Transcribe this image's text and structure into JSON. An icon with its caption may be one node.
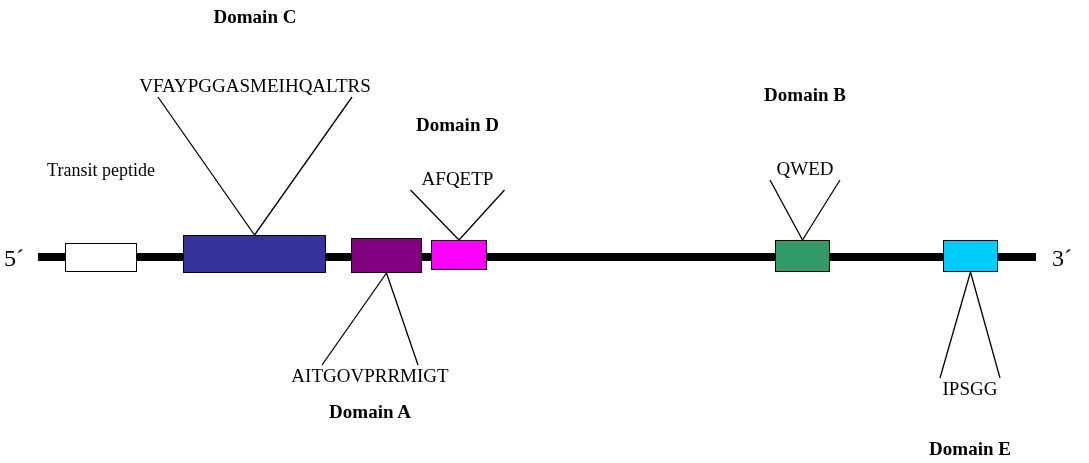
{
  "diagram": {
    "nodes": [
      {
        "text": [
          "Domain C",
          "VFAYPGGASMEIHQALTRS"
        ]
      },
      {
        "text": [
          "Domain B",
          "QWED"
        ]
      },
      {
        "text": [
          "Domain D",
          "AFQETP"
        ]
      },
      {
        "text": [],
        "shape": "box",
        "beside": [
          "Transit peptide"
        ]
      },
      {
        "text": [],
        "shape": "box"
      },
      {
        "text": [],
        "shape": "box"
      },
      {
        "text": [],
        "shape": "box"
      },
      {
        "text": [],
        "shape": "box"
      },
      {
        "text": [],
        "shape": "box"
      },
      {
        "text": [
          "AITGOVPRRMIGT",
          "Domain A"
        ]
      },
      {
        "text": [
          "IPSGG",
          "Domain E"
        ]
      }
    ],
    "edges": [
      {
        "from": 0,
        "to": 4,
        "arrow": "none"
      },
      {
        "from": 0,
        "to": 4,
        "arrow": "none"
      },
      {
        "from": 2,
        "to": 6,
        "arrow": "none"
      },
      {
        "from": 2,
        "to": 6,
        "arrow": "none"
      },
      {
        "from": 1,
        "to": 7,
        "arrow": "none"
      },
      {
        "from": 1,
        "to": 7,
        "arrow": "none"
      },
      {
        "from": 9,
        "to": 5,
        "arrow": "none"
      },
      {
        "from": 9,
        "to": 5,
        "arrow": "none"
      },
      {
        "from": 10,
        "to": 8,
        "arrow": "none"
      },
      {
        "from": 10,
        "to": 8,
        "arrow": "none"
      }
    ],
    "labels": [
      "5´",
      "3´"
    ]
  }
}
